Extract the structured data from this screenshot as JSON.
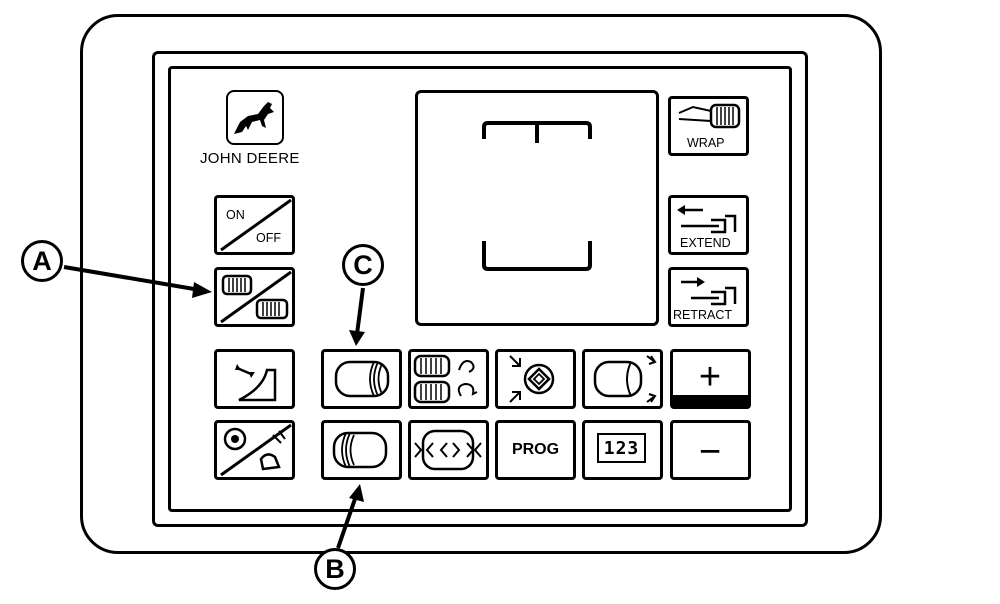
{
  "brand": {
    "name": "JOHN DEERE"
  },
  "keys": {
    "on_label": "ON",
    "off_label": "OFF",
    "wrap_label": "WRAP",
    "extend_label": "EXTEND",
    "retract_label": "RETRACT",
    "prog_label": "PROG",
    "counter_digits": "123",
    "plus_label": "+",
    "minus_label": "−"
  },
  "callouts": {
    "a": "A",
    "b": "B",
    "c": "C"
  }
}
